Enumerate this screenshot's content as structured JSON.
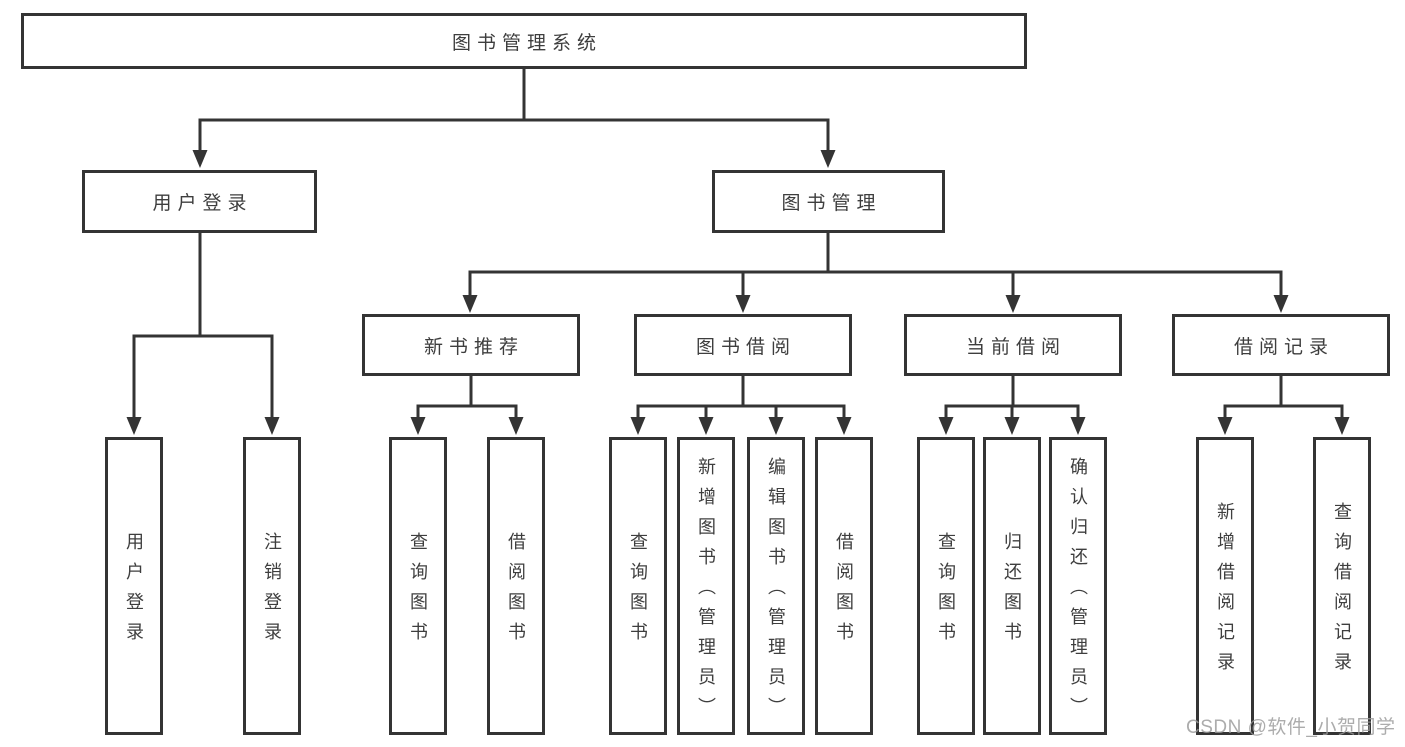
{
  "diagram": {
    "type": "hierarchy-tree",
    "root": {
      "label": "图书管理系统"
    },
    "level2": {
      "user_login": {
        "label": "用户登录"
      },
      "book_management": {
        "label": "图书管理"
      }
    },
    "level3": {
      "new_book_recommend": {
        "label": "新书推荐"
      },
      "book_borrow": {
        "label": "图书借阅"
      },
      "current_borrow": {
        "label": "当前借阅"
      },
      "borrow_record": {
        "label": "借阅记录"
      }
    },
    "leaves": {
      "ul_user_login": {
        "label": "用户登录"
      },
      "ul_logout": {
        "label": "注销登录"
      },
      "nb_query_book": {
        "label": "查询图书"
      },
      "nb_borrow_book": {
        "label": "借阅图书"
      },
      "bb_query_book": {
        "label": "查询图书"
      },
      "bb_add_book": {
        "label": "新增图书（管理员）"
      },
      "bb_edit_book": {
        "label": "编辑图书（管理员）"
      },
      "bb_borrow_book": {
        "label": "借阅图书"
      },
      "cb_query_book": {
        "label": "查询图书"
      },
      "cb_return_book": {
        "label": "归还图书"
      },
      "cb_confirm_return": {
        "label": "确认归还（管理员）"
      },
      "br_add_record": {
        "label": "新增借阅记录"
      },
      "br_query_record": {
        "label": "查询借阅记录"
      }
    },
    "hierarchy": {
      "图书管理系统": [
        "用户登录",
        "图书管理"
      ],
      "用户登录": [
        "用户登录",
        "注销登录"
      ],
      "图书管理": [
        "新书推荐",
        "图书借阅",
        "当前借阅",
        "借阅记录"
      ],
      "新书推荐": [
        "查询图书",
        "借阅图书"
      ],
      "图书借阅": [
        "查询图书",
        "新增图书（管理员）",
        "编辑图书（管理员）",
        "借阅图书"
      ],
      "当前借阅": [
        "查询图书",
        "归还图书",
        "确认归还（管理员）"
      ],
      "借阅记录": [
        "新增借阅记录",
        "查询借阅记录"
      ]
    },
    "colors": {
      "line": "#343434",
      "box_border": "#343434",
      "text": "#3e3e3e",
      "box_fill": "#ffffff",
      "background": "#ffffff"
    }
  },
  "watermark": {
    "text": "CSDN @软件_小贺同学",
    "color": "#9a9a9a"
  }
}
